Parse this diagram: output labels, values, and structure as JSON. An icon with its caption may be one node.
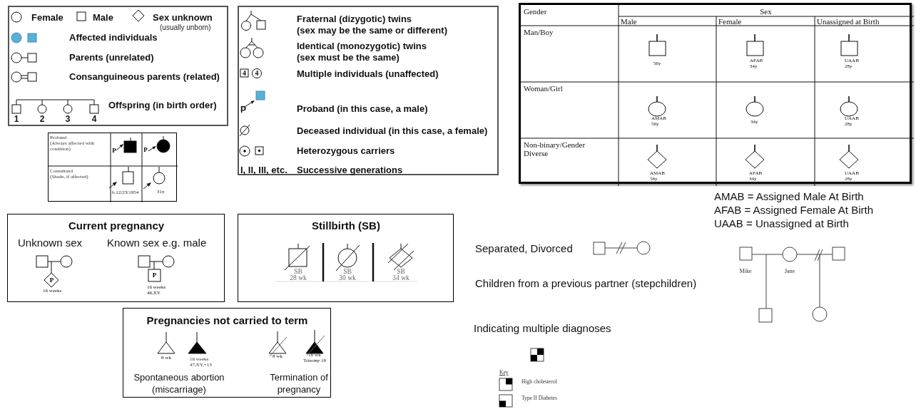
{
  "diagram": {
    "nodes": [
      {
        "text": [
          "Female",
          "Male",
          "Sex unknown",
          "(usually unborn)",
          "Affected individuals",
          "Parents (unrelated)",
          "Consanguineous parents (related)",
          "1",
          "2",
          "3",
          "4",
          "Offspring (in birth order)"
        ]
      },
      {
        "text": [
          "Proband",
          "(Always affected with condition)",
          "P",
          "P",
          "Consultand",
          "(Shade, if affected)",
          "b.12/23/1954",
          "31y"
        ]
      },
      {
        "text": [
          "Fraternal (dizygotic) twins",
          "(sex may be the same or different)",
          "Identical (monozygotic) twins",
          "(sex must be the same)",
          "4",
          "4",
          "Multiple individuals (unaffected)",
          "P",
          "Proband (in this case, a male)",
          "Deceased individual (in this case, a female)",
          "Heterozygous carriers",
          "I, II, III, etc.",
          "Successive generations"
        ]
      },
      {
        "text": [
          "Gender",
          "Sex",
          "Male",
          "Female",
          "Unassigned at Birth",
          "Man/Boy",
          "56y",
          "AFAB 34y",
          "UAAB 28y",
          "Woman/Girl",
          "AMAB 56y",
          "34y",
          "UAAB 28y",
          "Non-binary/Gender Diverse",
          "AMAB 56y",
          "AFAB 34y",
          "UAAB 28y"
        ]
      },
      {
        "text": [
          "Current pregnancy",
          "Unknown sex",
          "Known sex e.g. male",
          "P",
          "16 weeks",
          "P",
          "16 weeks 46,XY"
        ]
      },
      {
        "text": [
          "Stillbirth (SB)",
          "SB",
          "28 wk",
          "SB",
          "30 wk",
          "SB",
          "34 wk"
        ]
      },
      {
        "text": [
          "Pregnancies not carried to term",
          "8 wk",
          "16 weeks 47,XY,+13",
          "Spontaneous abortion (miscarriage)",
          "8 wk",
          "16 wk Trisomy 18",
          "Termination of pregnancy"
        ]
      }
    ],
    "labels": [
      "AMAB = Assigned Male At Birth",
      "AFAB = Assigned Female At Birth",
      "UAAB = Unassigned at Birth",
      "Separated, Divorced",
      "Children from a previous partner (stepchildren)",
      "Mike",
      "Jane",
      "Indicating multiple diagnoses",
      "Key"
    ],
    "legend": [
      {
        "text": "High cholesterol"
      },
      {
        "text": "Type II Diabetes"
      }
    ]
  }
}
